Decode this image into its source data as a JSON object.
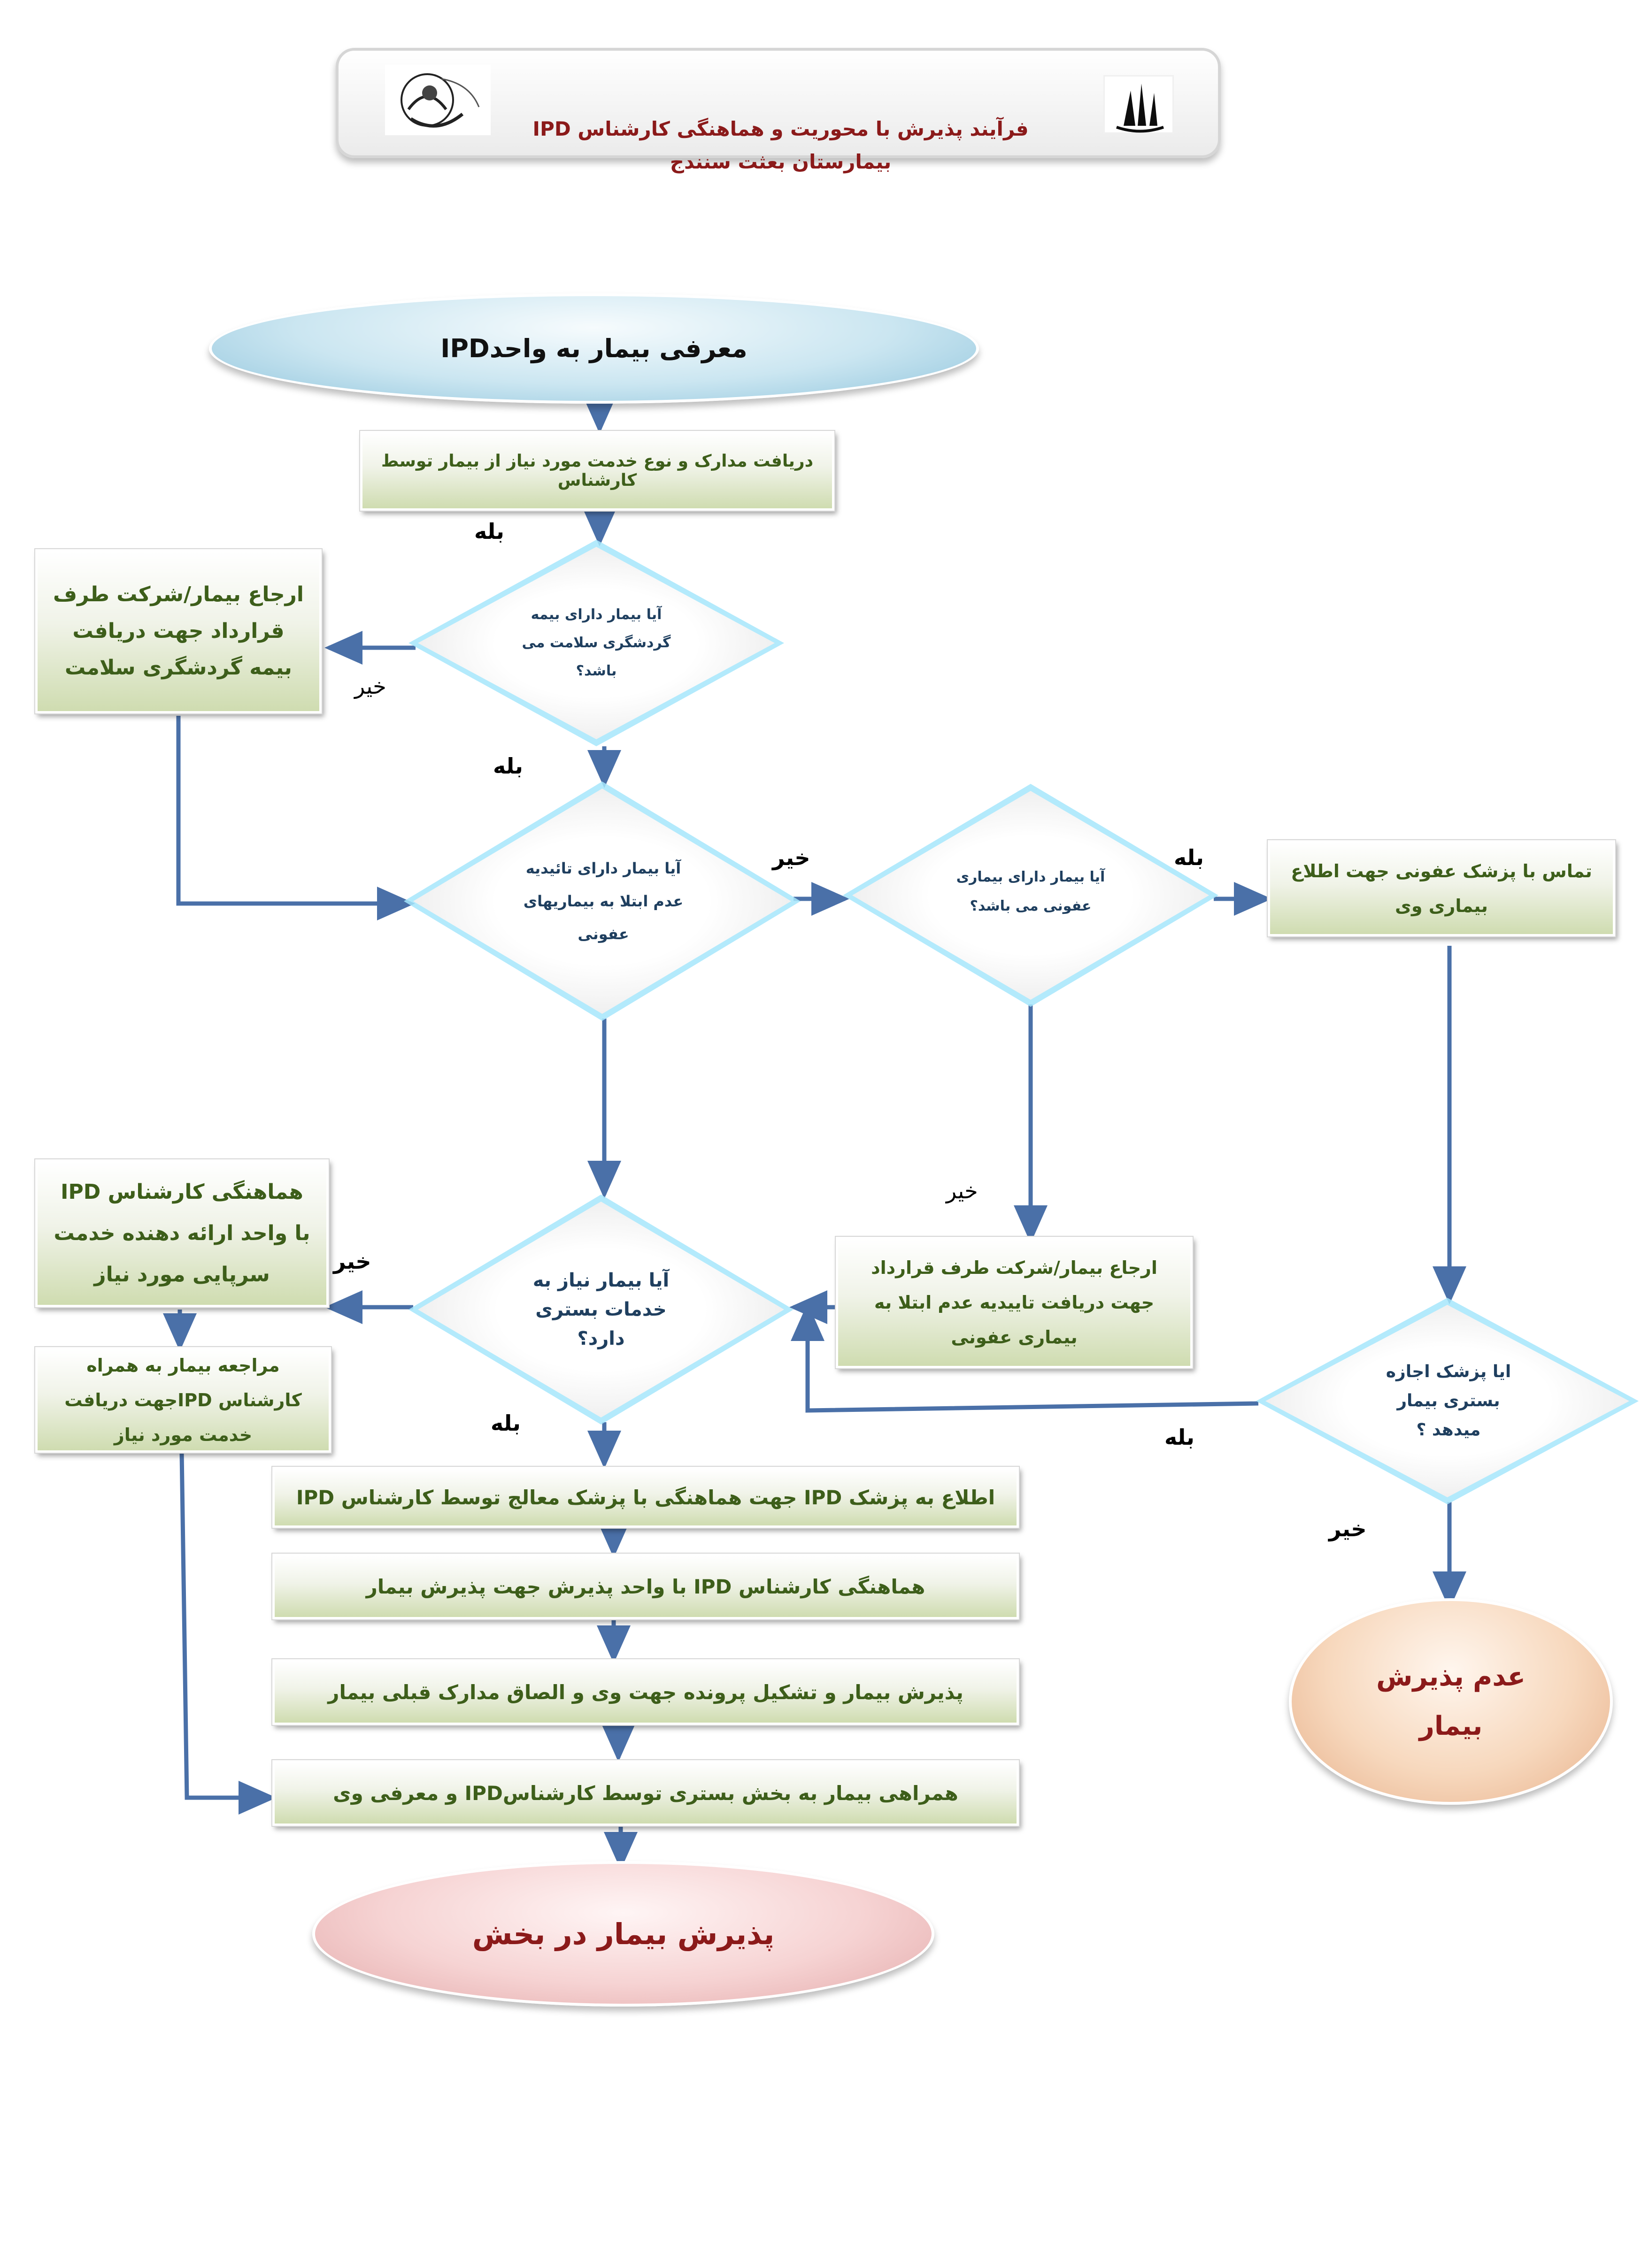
{
  "header": {
    "title": "فرآیند پذیرش با محوریت و هماهنگی کارشناس IPD بیمارستان بعثت سنندج"
  },
  "start": "معرفی بیمار به واحدIPD",
  "steps": {
    "receive_docs": "دریافت مدارک و نوع خدمت مورد نیاز از بیمار توسط کارشناس",
    "refer_insurance": "ارجاع بیمار/شرکت طرف قرارداد جهت دریافت بیمه گردشگری سلامت",
    "contact_infectious": "تماس با پزشک عفونی جهت اطلاع بیماری وی",
    "refer_infection_confirm": "ارجاع بیمار/شرکت طرف قرارداد جهت دریافت تاییدیه عدم ابتلا به بیماری عفونی",
    "coordinate_outpatient": "هماهنگی کارشناس IPD با واحد ارائه دهنده خدمت سرپایی مورد نیاز",
    "visit_with_expert": "مراجعه بیمار به همراه کارشناس IPDجهت دریافت خدمت مورد نیاز",
    "inform_doctor": "اطلاع به پزشک IPD جهت هماهنگی با پزشک معالج توسط کارشناس IPD",
    "coordinate_admission": "هماهنگی کارشناس IPD با واحد پذیرش جهت پذیرش بیمار",
    "admit_and_file": "پذیرش بیمار و تشکیل پرونده جهت وی و الصاق مدارک قبلی بیمار",
    "accompany_ward": "همراهی بیمار به بخش بستری توسط کارشناسIPD و معرفی وی"
  },
  "decisions": {
    "insurance": "آیا بیمار دارای بیمه گردشگری سلامت می باشد؟",
    "confirmation": "آیا بیمار دارای تائیدیه عدم ابتلا به بیماریهای عفونی",
    "infectious": "آیا بیمار دارای بیماری عفونی می باشد؟",
    "inpatient_need": "آیا بیمار نیاز به خدمات بستری دارد؟",
    "doctor_permission": "ایا پزشک اجازه بستری بیمار میدهد ؟"
  },
  "ends": {
    "no_admission": "عدم پذیرش بیمار",
    "ward_admission": "پذیرش بیمار در بخش"
  },
  "labels": {
    "yes": "بله",
    "no": "خیر"
  },
  "colors": {
    "arrow": "#4a70a8",
    "start_fill": "#b9dcea",
    "no_admission_fill": "#f2c9a8",
    "ward_admission_fill": "#f1c3c3",
    "title_red": "#8b1a1a",
    "box_text_green": "#3d5e1a"
  }
}
